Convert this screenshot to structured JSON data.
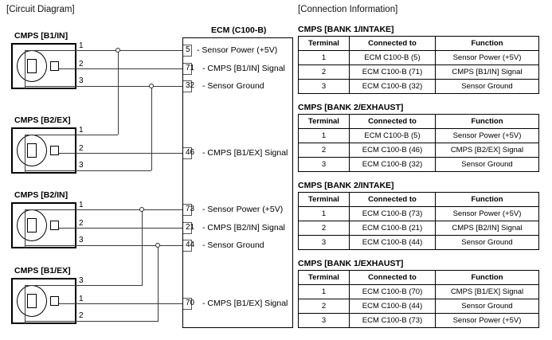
{
  "headers": {
    "circuit": "[Circuit Diagram]",
    "connection": "[Connection Information]"
  },
  "ecm": {
    "title": "ECM (C100-B)",
    "pins": [
      {
        "number": "5",
        "label": "- Sensor Power (+5V)"
      },
      {
        "number": "71",
        "label": "- CMPS [B1/IN] Signal"
      },
      {
        "number": "32",
        "label": "- Sensor Ground"
      },
      {
        "number": "46",
        "label": "- CMPS [B1/EX] Signal"
      },
      {
        "number": "73",
        "label": "- Sensor Power (+5V)"
      },
      {
        "number": "21",
        "label": "- CMPS [B2/IN] Signal"
      },
      {
        "number": "44",
        "label": "- Sensor Ground"
      },
      {
        "number": "70",
        "label": "- CMPS [B1/EX] Signal"
      }
    ]
  },
  "connectors": [
    {
      "name": "CMPS [B1/IN]",
      "pins": [
        "1",
        "2",
        "3"
      ]
    },
    {
      "name": "CMPS [B2/EX]",
      "pins": [
        "1",
        "2",
        "3"
      ]
    },
    {
      "name": "CMPS [B2/IN]",
      "pins": [
        "1",
        "2",
        "3"
      ]
    },
    {
      "name": "CMPS [B1/EX]",
      "pins": [
        "3",
        "1",
        "2"
      ]
    }
  ],
  "tables": [
    {
      "title": "CMPS [BANK 1/INTAKE]",
      "columns": [
        "Terminal",
        "Connected to",
        "Function"
      ],
      "rows": [
        [
          "1",
          "ECM C100-B (5)",
          "Sensor Power (+5V)"
        ],
        [
          "2",
          "ECM C100-B (71)",
          "CMPS [B1/IN] Signal"
        ],
        [
          "3",
          "ECM C100-B (32)",
          "Sensor Ground"
        ]
      ]
    },
    {
      "title": "CMPS [BANK 2/EXHAUST]",
      "columns": [
        "Terminal",
        "Connected to",
        "Function"
      ],
      "rows": [
        [
          "1",
          "ECM C100-B (5)",
          "Sensor Power (+5V)"
        ],
        [
          "2",
          "ECM C100-B (46)",
          "CMPS [B2/EX] Signal"
        ],
        [
          "3",
          "ECM C100-B (32)",
          "Sensor Ground"
        ]
      ]
    },
    {
      "title": "CMPS [BANK 2/INTAKE]",
      "columns": [
        "Terminal",
        "Connected to",
        "Function"
      ],
      "rows": [
        [
          "1",
          "ECM C100-B (73)",
          "Sensor Power (+5V)"
        ],
        [
          "2",
          "ECM C100-B (21)",
          "CMPS [B2/IN] Signal"
        ],
        [
          "3",
          "ECM C100-B (44)",
          "Sensor Ground"
        ]
      ]
    },
    {
      "title": "CMPS [BANK 1/EXHAUST]",
      "columns": [
        "Terminal",
        "Connected to",
        "Function"
      ],
      "rows": [
        [
          "1",
          "ECM C100-B (70)",
          "CMPS [B1/EX] Signal"
        ],
        [
          "2",
          "ECM C100-B (44)",
          "Sensor Ground"
        ],
        [
          "3",
          "ECM C100-B (73)",
          "Sensor Power (+5V)"
        ]
      ]
    }
  ],
  "colors": {
    "wire": "#3a3a3a",
    "outline": "#000000",
    "background": "#ffffff"
  }
}
